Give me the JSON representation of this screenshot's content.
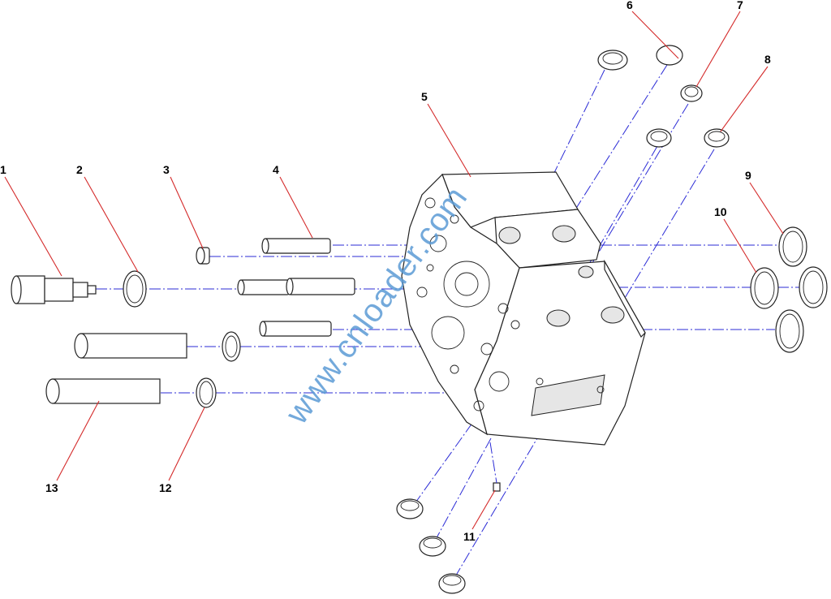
{
  "callouts": {
    "c1": "1",
    "c2": "2",
    "c3": "3",
    "c4": "4",
    "c5": "5",
    "c6": "6",
    "c7": "7",
    "c8": "8",
    "c9": "9",
    "c10": "10",
    "c11": "11",
    "c12": "12",
    "c13": "13"
  },
  "watermark": "www.cnloader.com",
  "colors": {
    "leader": "#d42a2a",
    "axis": "#2b2bd6",
    "watermark": "#5b9bd5",
    "line": "#222222"
  }
}
